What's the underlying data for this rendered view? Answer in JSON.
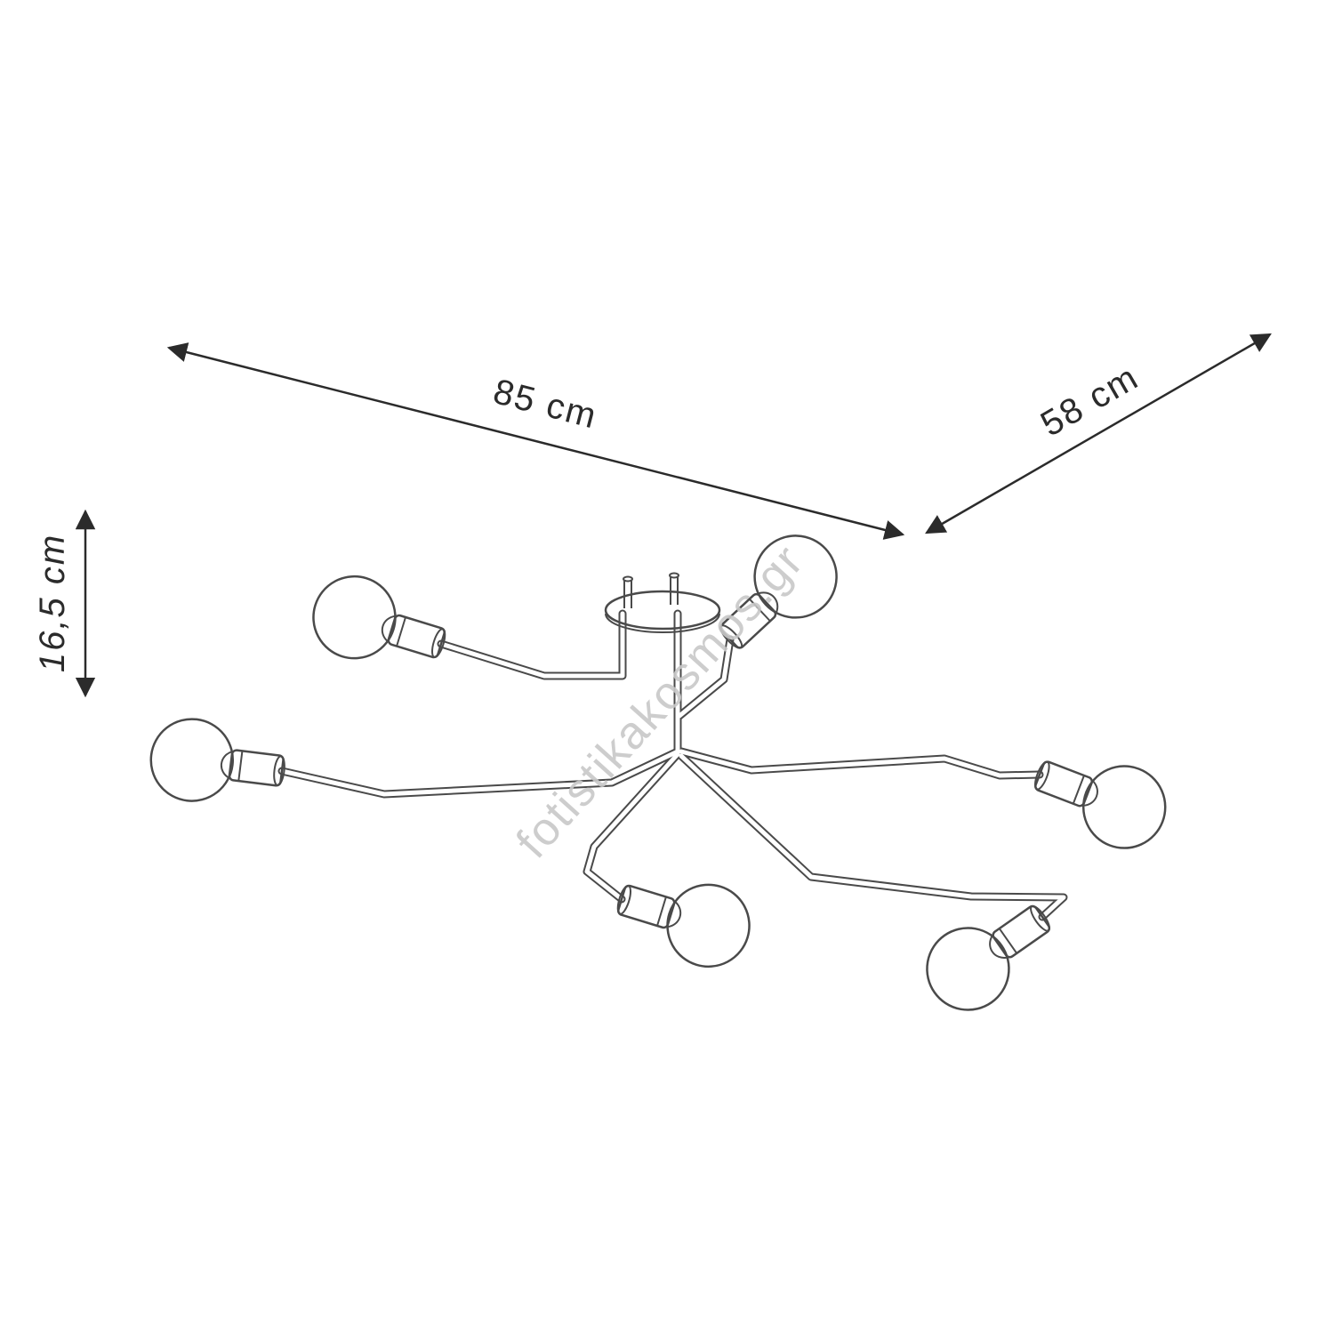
{
  "diagram": {
    "subject": "six-arm-ceiling-lamp-line-drawing",
    "dimensions": {
      "width": {
        "label": "85 cm",
        "value_cm": 85
      },
      "depth": {
        "label": "58 cm",
        "value_cm": 58
      },
      "height": {
        "label": "16,5 cm",
        "value_cm": 16.5
      }
    },
    "watermark": {
      "text": "fotistikakosmos.gr"
    },
    "colors": {
      "background": "#ffffff",
      "line_art": "#4a4a4a",
      "dimension": "#2b2b2b",
      "watermark": "#c8c8c8"
    }
  }
}
